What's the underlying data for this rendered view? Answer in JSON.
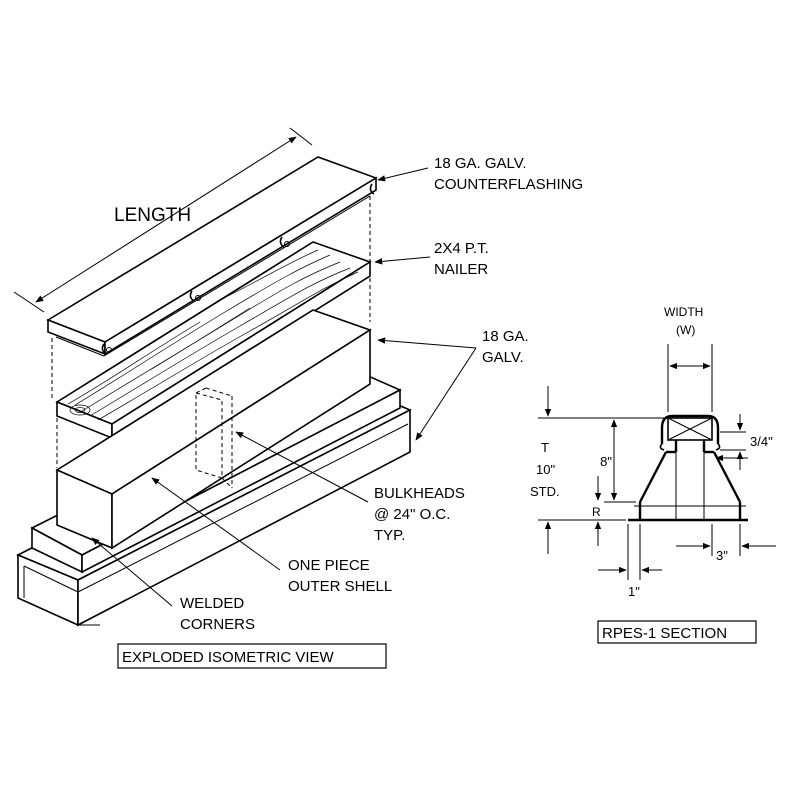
{
  "isometric": {
    "length_label": "LENGTH",
    "counterflashing_label_1": "18 GA. GALV.",
    "counterflashing_label_2": "COUNTERFLASHING",
    "nailer_label_1": "2X4 P.T.",
    "nailer_label_2": "NAILER",
    "galv_label_1": "18 GA.",
    "galv_label_2": "GALV.",
    "bulkheads_label_1": "BULKHEADS",
    "bulkheads_label_2": "@ 24\" O.C.",
    "bulkheads_label_3": "TYP.",
    "shell_label_1": "ONE PIECE",
    "shell_label_2": "OUTER SHELL",
    "corners_label_1": "WELDED",
    "corners_label_2": "CORNERS",
    "view_title": "EXPLODED ISOMETRIC VIEW"
  },
  "section": {
    "width_label_1": "WIDTH",
    "width_label_2": "(W)",
    "t_label": "T",
    "t_value": "10\"",
    "t_std": "STD.",
    "r_label": "R",
    "eight_label": "8\"",
    "three_quarter_label": "3/4\"",
    "three_label": "3\"",
    "one_label": "1\"",
    "section_title": "RPES-1 SECTION"
  }
}
